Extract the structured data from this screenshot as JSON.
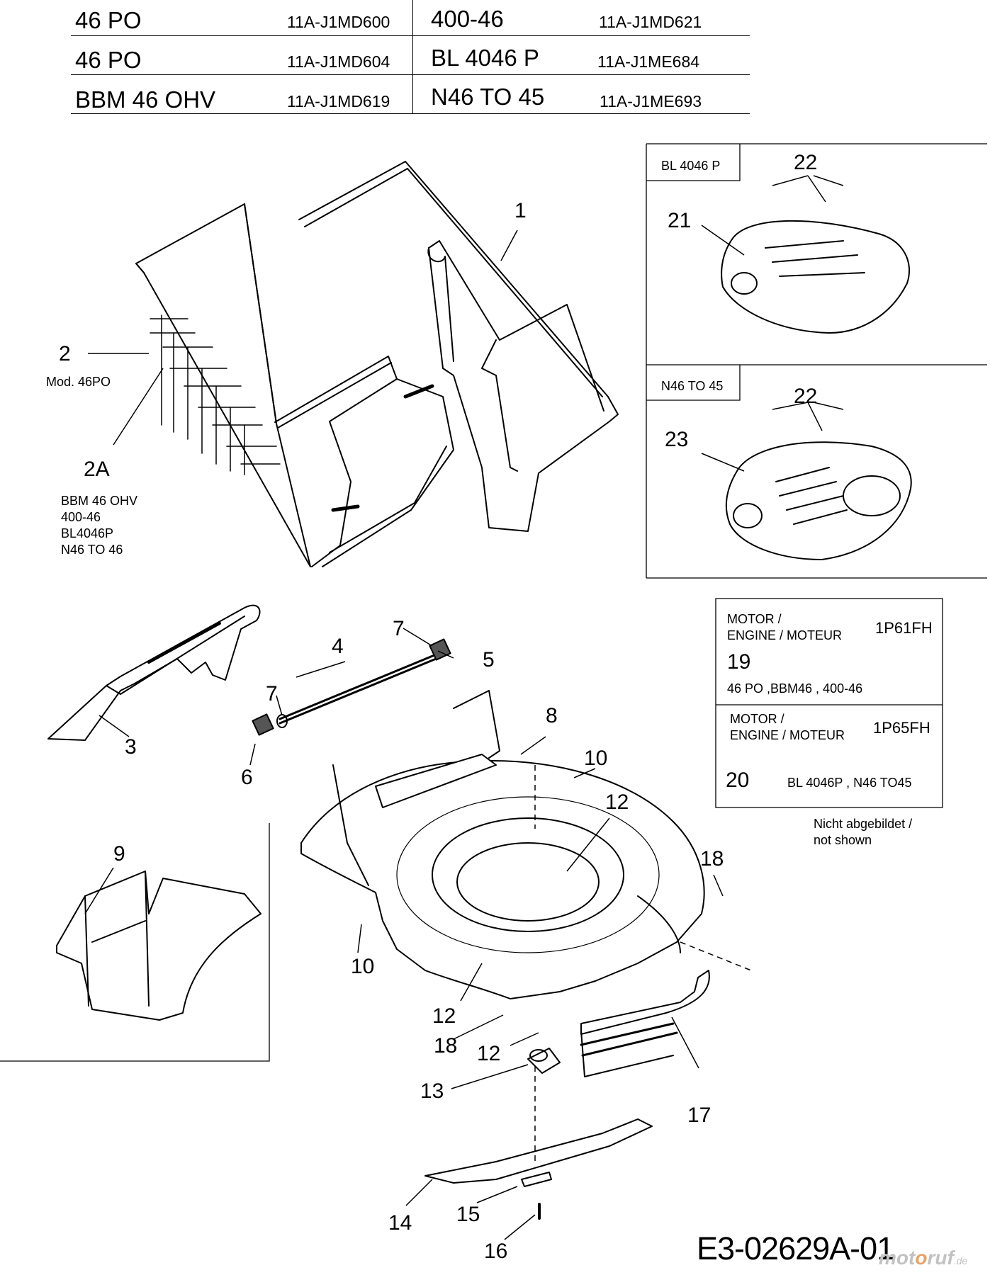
{
  "header_table": {
    "rows": [
      {
        "left_model": "46 PO",
        "left_code": "11A-J1MD600",
        "right_model": "400-46",
        "right_code": "11A-J1MD621"
      },
      {
        "left_model": "46 PO",
        "left_code": "11A-J1MD604",
        "right_model": "BL 4046 P",
        "right_code": "11A-J1ME684"
      },
      {
        "left_model": "BBM 46 OHV",
        "left_code": "11A-J1MD619",
        "right_model": "N46 TO 45",
        "right_code": "11A-J1ME693"
      }
    ]
  },
  "inset_bl4046p": {
    "label": "BL 4046 P",
    "callouts": [
      "22",
      "21"
    ]
  },
  "inset_n46to45": {
    "label": "N46 TO 45",
    "callouts": [
      "22",
      "23"
    ]
  },
  "motor_table": {
    "rows": [
      {
        "motor_line1": "MOTOR /",
        "motor_line2": "ENGINE / MOTEUR",
        "engine_code": "1P61FH",
        "part_no": "19",
        "models": "46 PO ,BBM46 , 400-46"
      },
      {
        "motor_line1": "MOTOR /",
        "motor_line2": "ENGINE / MOTEUR",
        "engine_code": "1P65FH",
        "part_no": "20",
        "models": "BL 4046P , N46 TO45"
      }
    ],
    "not_shown_line1": "Nicht abgebildet /",
    "not_shown_line2": "not shown"
  },
  "notes": {
    "part2_note": "Mod. 46PO",
    "part2a_models": [
      "BBM 46 OHV",
      "400-46",
      "BL4046P",
      "N46 TO 46"
    ]
  },
  "callouts": {
    "c1": "1",
    "c2": "2",
    "c2a": "2A",
    "c3": "3",
    "c4": "4",
    "c5": "5",
    "c6": "6",
    "c7a": "7",
    "c7b": "7",
    "c8": "8",
    "c9": "9",
    "c10a": "10",
    "c10b": "10",
    "c12a": "12",
    "c12b": "12",
    "c12c": "12",
    "c13": "13",
    "c14": "14",
    "c15": "15",
    "c16": "16",
    "c17": "17",
    "c18a": "18",
    "c18b": "18"
  },
  "footer": {
    "drawing_code": "E3-02629A-01",
    "watermark_a": "mot",
    "watermark_o": "o",
    "watermark_b": "ruf",
    "watermark_tld": ".de"
  }
}
